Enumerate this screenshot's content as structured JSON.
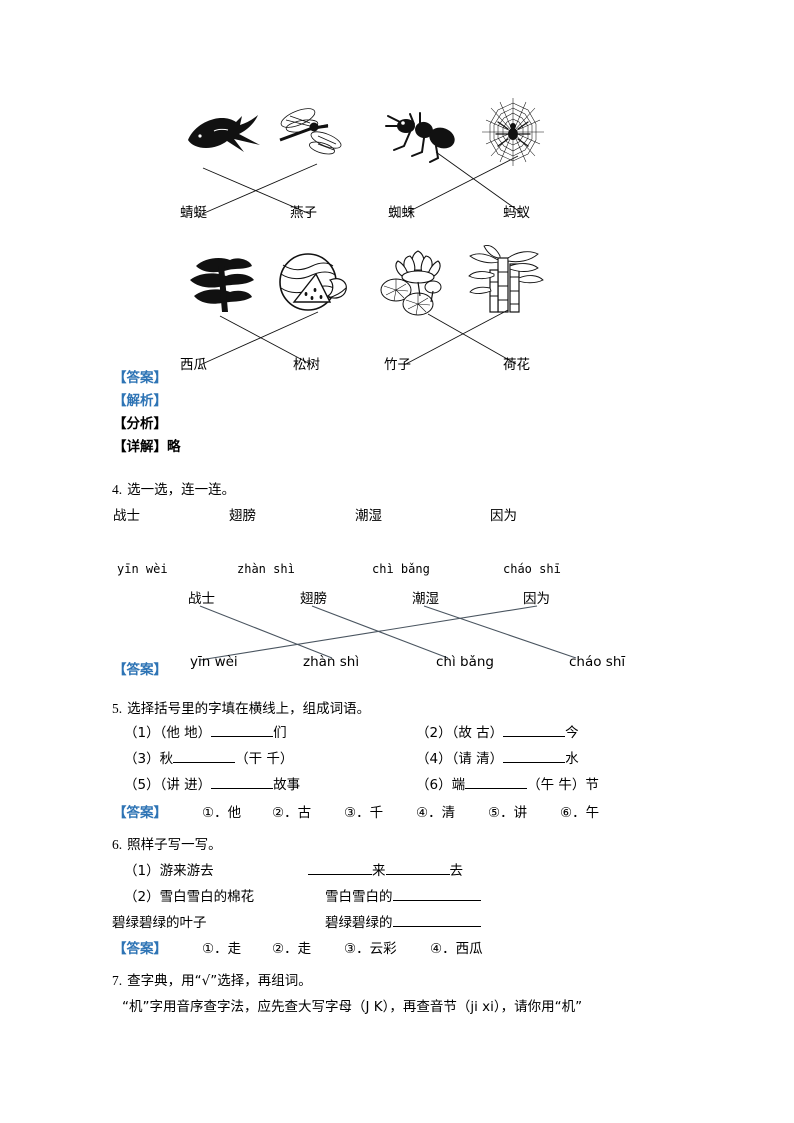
{
  "document": {
    "type": "chinese-primary-exam-worksheet"
  },
  "exercise_pictures": {
    "group1": {
      "pictures": [
        "swallow",
        "dragonfly"
      ],
      "labels": [
        "蜻蜓",
        "燕子"
      ],
      "connections": [
        {
          "from_picture": "swallow",
          "to_label": "燕子"
        },
        {
          "from_picture": "dragonfly",
          "to_label": "蜻蜓"
        }
      ]
    },
    "group2": {
      "pictures": [
        "ant",
        "spider-web"
      ],
      "labels": [
        "蜘蛛",
        "蚂蚁"
      ],
      "connections": [
        {
          "from_picture": "ant",
          "to_label": "蚂蚁"
        },
        {
          "from_picture": "spider-web",
          "to_label": "蜘蛛"
        }
      ]
    },
    "group3": {
      "pictures": [
        "pine-tree",
        "watermelon"
      ],
      "labels": [
        "西瓜",
        "松树"
      ],
      "connections": [
        {
          "from_picture": "pine-tree",
          "to_label": "松树"
        },
        {
          "from_picture": "watermelon",
          "to_label": "西瓜"
        }
      ]
    },
    "group4": {
      "pictures": [
        "lotus",
        "bamboo"
      ],
      "labels": [
        "竹子",
        "荷花"
      ],
      "connections": [
        {
          "from_picture": "lotus",
          "to_label": "荷花"
        },
        {
          "from_picture": "bamboo",
          "to_label": "竹子"
        }
      ]
    }
  },
  "markers": {
    "answer": "【答案】",
    "analysis_tag": "【解析】",
    "fenxi": "【分析】",
    "xiangjie": "【详解】略"
  },
  "q4": {
    "number": "4.",
    "prompt": "选一选，连一连。",
    "words": [
      "战士",
      "翅膀",
      "潮湿",
      "因为"
    ],
    "pinyin": [
      "yīn wèi",
      "zhàn shì",
      "chì bǎng",
      "cháo shī"
    ],
    "answer_marker": "【答案】",
    "answer_words": [
      "战士",
      "翅膀",
      "潮湿",
      "因为"
    ],
    "answer_pinyin": [
      "yīn wèi",
      "zhàn shì",
      "chì bǎng",
      "cháo shī"
    ],
    "answer_connections": [
      {
        "word": "战士",
        "pinyin": "zhàn shì"
      },
      {
        "word": "翅膀",
        "pinyin": "chì bǎng"
      },
      {
        "word": "潮湿",
        "pinyin": "cháo shī"
      },
      {
        "word": "因为",
        "pinyin": "yīn wèi"
      }
    ]
  },
  "q5": {
    "number": "5.",
    "prompt": "选择括号里的字填在横线上，组成词语。",
    "items": [
      {
        "label": "（1）",
        "pre": "（他  地）",
        "post": "们"
      },
      {
        "label": "（2）",
        "pre": "（故  古）",
        "post": "今"
      },
      {
        "label": "（3）",
        "pre": "秋",
        "post": "（干  千）"
      },
      {
        "label": "（4）",
        "pre": "（请  清）",
        "post": "水"
      },
      {
        "label": "（5）",
        "pre": "（讲  进）",
        "post": "故事"
      },
      {
        "label": "（6）",
        "pre": "端",
        "post": "（午  牛）节"
      }
    ],
    "answer_marker": "【答案】",
    "answers": [
      "①．他",
      "②．古",
      "③．千",
      "④．清",
      "⑤．讲",
      "⑥．午"
    ]
  },
  "q6": {
    "number": "6.",
    "prompt": "照样子写一写。",
    "rows": [
      {
        "label": "（1）",
        "sample": "游来游去",
        "blank_text": "来",
        "blank_text2": "去"
      },
      {
        "label": "（2）",
        "sample": "雪白雪白的棉花",
        "answer_prefix": "雪白雪白的"
      },
      {
        "label": "",
        "sample": "碧绿碧绿的叶子",
        "answer_prefix": "碧绿碧绿的"
      }
    ],
    "answer_marker": "【答案】",
    "answers": [
      "①．走",
      "②．走",
      "③．云彩",
      "④．西瓜"
    ]
  },
  "q7": {
    "number": "7.",
    "prompt": "查字典，用“√”选择，再组词。",
    "body": "“机”字用音序查字法，应先查大写字母（J      K），再查音节（ji   xi），请你用“机”"
  },
  "colors": {
    "answer_tag_blue": "#2e74b5",
    "text_black": "#000000",
    "match_line": "#4a5560",
    "page_background": "#ffffff"
  }
}
